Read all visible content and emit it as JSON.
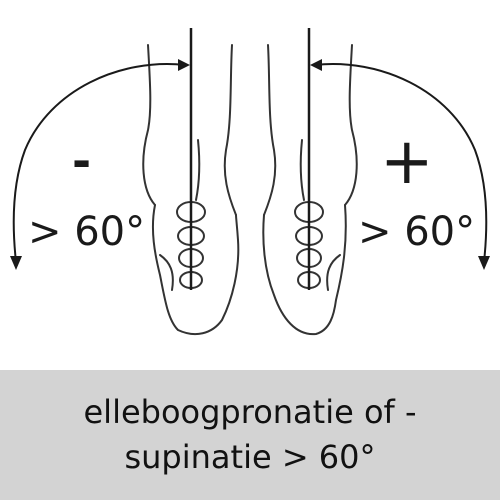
{
  "diagram": {
    "minus_sign": "-",
    "plus_sign": "+",
    "left_angle": "> 60°",
    "right_angle": "> 60°"
  },
  "caption": {
    "text": "elleboogpronatie of - supinatie > 60°"
  },
  "colors": {
    "line": "#1a1a1a",
    "caption_background": "#d3d3d3"
  }
}
